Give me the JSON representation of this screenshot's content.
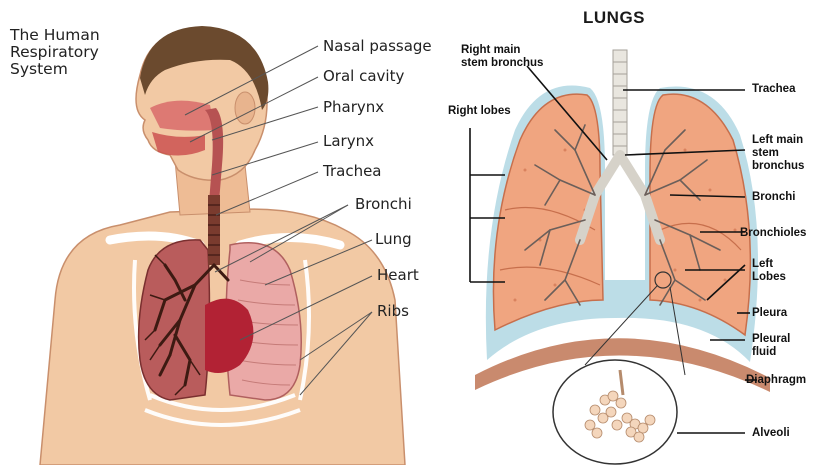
{
  "left": {
    "title_lines": [
      "The Human",
      "Respiratory",
      "System"
    ],
    "labels": {
      "nasal_passage": "Nasal passage",
      "oral_cavity": "Oral cavity",
      "pharynx": "Pharynx",
      "larynx": "Larynx",
      "trachea": "Trachea",
      "bronchi": "Bronchi",
      "lung": "Lung",
      "heart": "Heart",
      "ribs": "Ribs"
    }
  },
  "right": {
    "title": "LUNGS",
    "labels": {
      "right_main_stem": [
        "Right main",
        "stem bronchus"
      ],
      "right_lobes": "Right lobes",
      "trachea": "Trachea",
      "left_main_stem": [
        "Left main",
        "stem",
        "bronchus"
      ],
      "bronchi": "Bronchi",
      "bronchioles": "Bronchioles",
      "left_lobes": [
        "Left",
        "Lobes"
      ],
      "pleura": "Pleura",
      "pleural_fluid": [
        "Pleural",
        "fluid"
      ],
      "diaphragm": "Diaphragm",
      "alveoli": "Alveoli"
    }
  },
  "colors": {
    "skin": "#f2c9a4",
    "skin_shadow": "#d99e78",
    "hair": "#6b4a2e",
    "lung_left_panel": "#e8a9a7",
    "lung_dark": "#a84a4a",
    "heart": "#b22234",
    "airway": "#7a3b2e",
    "lung_tissue": "#f0a580",
    "pleura": "#b9dbe6",
    "diaphragm": "#c98a6e"
  }
}
